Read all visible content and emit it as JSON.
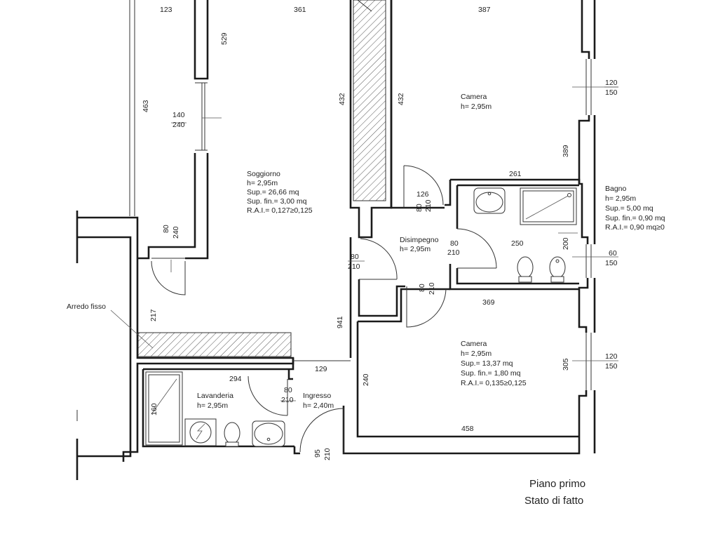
{
  "rooms": {
    "soggiorno": {
      "name": "Soggiorno",
      "h": "h= 2,95m",
      "sup": "Sup.= 26,66 mq",
      "supfin": "Sup. fin.= 3,00 mq",
      "rai": "R.A.I.= 0,127≥0,125"
    },
    "camera1": {
      "name": "Camera",
      "h": "h= 2,95m"
    },
    "camera2": {
      "name": "Camera",
      "h": "h= 2,95m",
      "sup": "Sup.= 13,37 mq",
      "supfin": "Sup. fin.= 1,80 mq",
      "rai": "R.A.I.= 0,135≥0,125"
    },
    "bagno": {
      "name": "Bagno",
      "h": "h= 2,95m",
      "sup": "Sup.= 5,00 mq",
      "supfin": "Sup. fin.= 0,90 mq",
      "rai": "R.A.I.= 0,90 mq≥0"
    },
    "disimpegno": {
      "name": "Disimpegno",
      "h": "h= 2,95m"
    },
    "lavanderia": {
      "name": "Lavanderia",
      "h": "h= 2,95m"
    },
    "ingresso": {
      "name": "Ingresso",
      "h": "h= 2,40m"
    }
  },
  "labels": {
    "arredo_fisso": "Arredo fisso",
    "floor": "Piano primo",
    "state": "Stato di fatto"
  },
  "dims": {
    "d123": "123",
    "d361": "361",
    "d387": "387",
    "d529": "529",
    "d463": "463",
    "d432a": "432",
    "d432b": "432",
    "d140": "140",
    "d240a": "240",
    "d120a": "120",
    "d150a": "150",
    "d389": "389",
    "d261": "261",
    "d126": "126",
    "d80a": "80",
    "d210a": "210",
    "d80b": "80",
    "d240b": "240",
    "d80c": "80",
    "d210c": "210",
    "d250": "250",
    "d200": "200",
    "d60": "60",
    "d150b": "150",
    "d80d": "80",
    "d210d": "210",
    "d80e": "80",
    "d210e": "210",
    "d369": "369",
    "d217": "217",
    "d941": "941",
    "d129": "129",
    "d294": "294",
    "d80f": "80",
    "d210f": "210",
    "d240c": "240",
    "d305": "305",
    "d120b": "120",
    "d150c": "150",
    "d160": "160",
    "d458": "458",
    "d95": "95",
    "d210g": "210"
  }
}
